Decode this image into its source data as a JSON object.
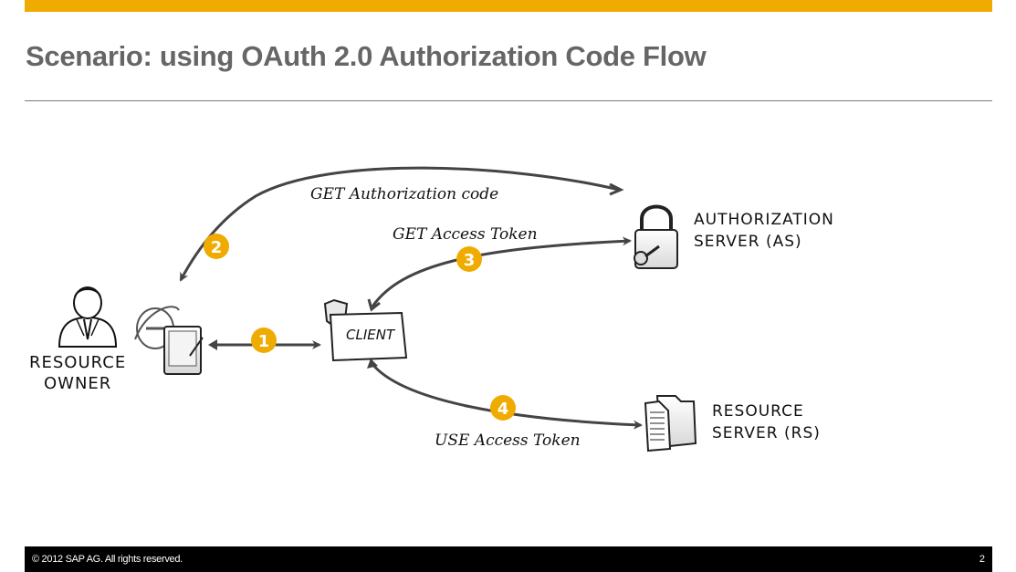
{
  "slide": {
    "title": "Scenario: using OAuth 2.0 Authorization Code Flow",
    "accent_color": "#f0ab00",
    "badge_color": "#f0ab00",
    "arrow_color": "#444444"
  },
  "actors": {
    "resource_owner": {
      "line1": "RESOURCE",
      "line2": "OWNER",
      "icon": "user-icon"
    },
    "browser_device": {
      "icon": "browser-tablet-icon"
    },
    "client": {
      "label": "CLIENT",
      "icon": "client-box-icon"
    },
    "authorization_server": {
      "line1": "AUTHORIZATION",
      "line2": "SERVER (AS)",
      "icon": "padlock-icon"
    },
    "resource_server": {
      "line1": "RESOURCE",
      "line2": "SERVER (RS)",
      "icon": "documents-folder-icon"
    }
  },
  "steps": [
    {
      "number": "1",
      "label": ""
    },
    {
      "number": "2",
      "label": "GET Authorization code"
    },
    {
      "number": "3",
      "label": "GET Access Token"
    },
    {
      "number": "4",
      "label": "USE Access Token"
    }
  ],
  "footer": {
    "copyright": "© 2012 SAP AG. All rights reserved.",
    "page_number": "2"
  }
}
